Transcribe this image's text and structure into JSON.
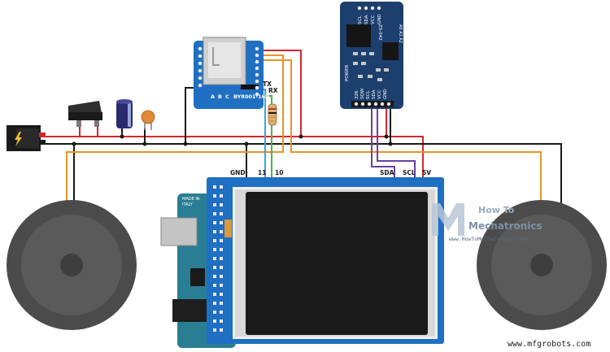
{
  "module_mp3": {
    "part_number": "BY8001-16P",
    "pin_row": [
      "A",
      "B",
      "C"
    ]
  },
  "module_rtc": {
    "part_number": "ZS-042",
    "power_label": "POWER",
    "addr_labels": "A0 A1 A2",
    "top_pins": [
      "SCL",
      "SDA",
      "VCC",
      "GND"
    ],
    "bottom_pins": [
      "32K",
      "SQW",
      "SCL",
      "SDA",
      "VCC",
      "GND"
    ]
  },
  "wire_labels": {
    "tx": "TX",
    "rx": "RX",
    "gnd": "GND",
    "pin11": "11",
    "pin10": "10",
    "sda": "SDA",
    "scl": "SCL",
    "v5": "5V"
  },
  "arduino": {
    "made_in_1": "MADE IN",
    "made_in_2": "ITALY"
  },
  "logo": {
    "line1": "How To",
    "line2": "Mechatronics",
    "url": "www.HowToMechatronics.com"
  },
  "watermark": "www.mfgrobots.com",
  "colors": {
    "wire_red": "#d8262d",
    "wire_black": "#1a1a1a",
    "wire_orange": "#e8932a",
    "wire_blue": "#3fa3d8",
    "wire_green": "#52b24a",
    "wire_purple": "#6a3fa0",
    "board_blue": "#1f6fc2",
    "rtc_navy": "#1c3f6e",
    "arduino_teal": "#2a7e93",
    "speaker_gray": "#4b4b4b"
  }
}
